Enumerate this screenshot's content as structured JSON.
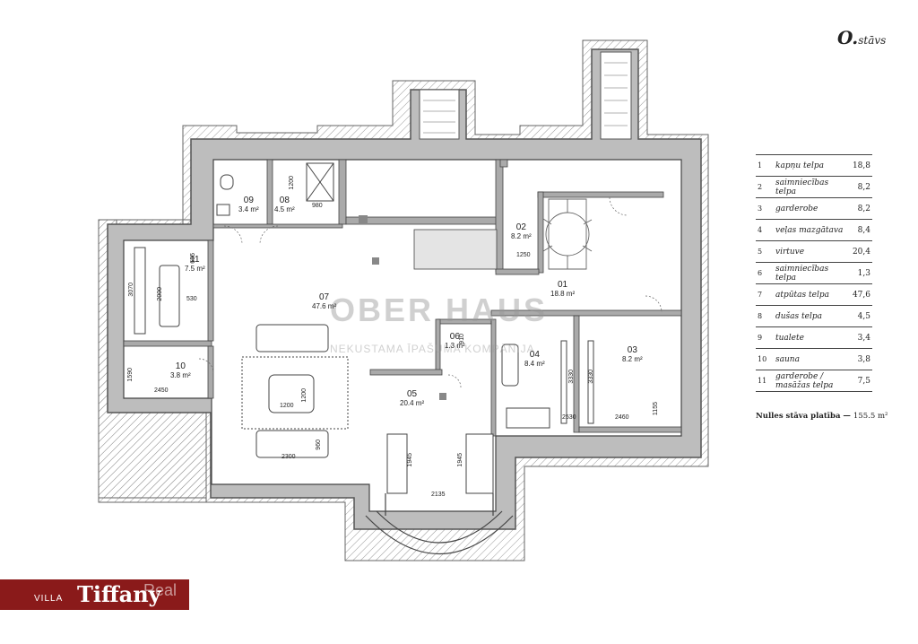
{
  "floor": {
    "title_main": "O.",
    "title_sub": "stāvs"
  },
  "room_table": [
    {
      "n": "1",
      "name": "kapņu telpa",
      "area": "18,8"
    },
    {
      "n": "2",
      "name": "saimniecības telpa",
      "area": "8,2"
    },
    {
      "n": "3",
      "name": "garderobe",
      "area": "8,2"
    },
    {
      "n": "4",
      "name": "veļas mazgātava",
      "area": "8,4"
    },
    {
      "n": "5",
      "name": "virtuve",
      "area": "20,4"
    },
    {
      "n": "6",
      "name": "saimniecības telpa",
      "area": "1,3"
    },
    {
      "n": "7",
      "name": "atpūtas telpa",
      "area": "47,6"
    },
    {
      "n": "8",
      "name": "dušas telpa",
      "area": "4,5"
    },
    {
      "n": "9",
      "name": "tualete",
      "area": "3,4"
    },
    {
      "n": "10",
      "name": "sauna",
      "area": "3,8"
    },
    {
      "n": "11",
      "name": "garderobe / masāžas telpa",
      "area": "7,5"
    }
  ],
  "total": {
    "label": "Nulles stāva platība —",
    "value": "155.5 m²"
  },
  "plan_labels": [
    {
      "num": "01",
      "area": "18.8 m²"
    },
    {
      "num": "02",
      "area": "8.2 m²"
    },
    {
      "num": "03",
      "area": "8.2 m²"
    },
    {
      "num": "04",
      "area": "8.4 m²"
    },
    {
      "num": "05",
      "area": "20.4 m²"
    },
    {
      "num": "06",
      "area": "1.3 m²"
    },
    {
      "num": "07",
      "area": "47.6 m²"
    },
    {
      "num": "08",
      "area": "4.5 m²"
    },
    {
      "num": "09",
      "area": "3.4 m²"
    },
    {
      "num": "10",
      "area": "3.8 m²"
    },
    {
      "num": "11",
      "area": "7.5 m²"
    }
  ],
  "dimensions": [
    "1200",
    "980",
    "1250",
    "3070",
    "2000",
    "530",
    "655",
    "1590",
    "2450",
    "1200",
    "1200",
    "960",
    "2300",
    "1945",
    "1945",
    "2135",
    "910",
    "3330",
    "3330",
    "2530",
    "2460",
    "1155"
  ],
  "watermark": {
    "main": "OBER HAUS",
    "sub": "NEKUSTAMA ĪPAŠUMA KOMPĀNIJA"
  },
  "brand": {
    "villa": "VILLA",
    "name": "Tiffany",
    "real": "Real"
  },
  "colors": {
    "brand": "#8a1a1a",
    "wall": "#b8b8b8",
    "wall_dark": "#555555"
  }
}
